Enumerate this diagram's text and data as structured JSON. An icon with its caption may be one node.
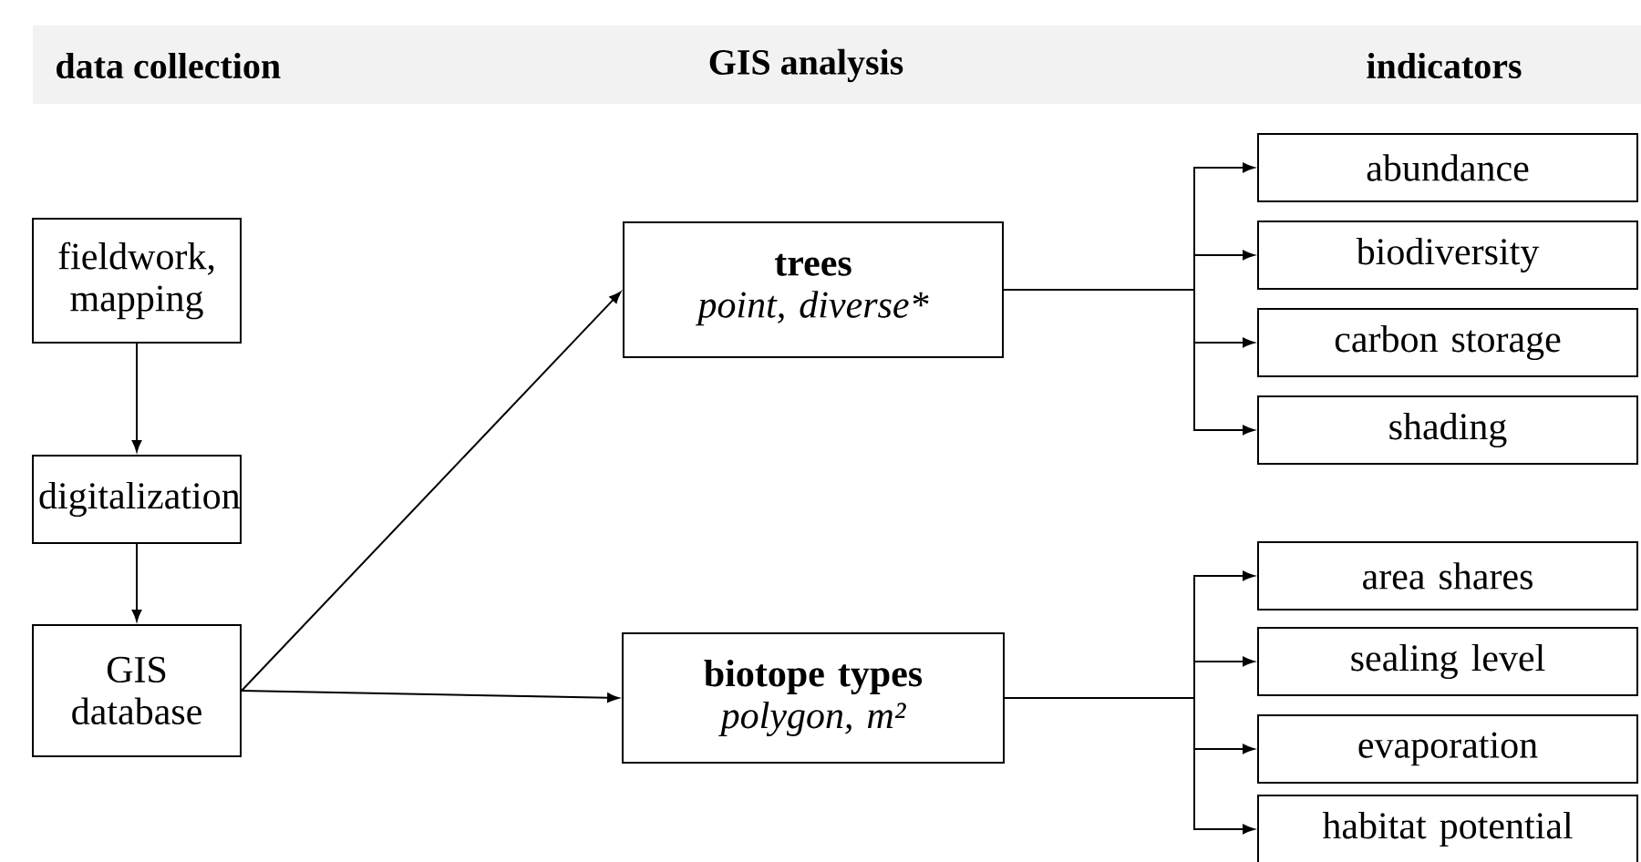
{
  "diagram": {
    "nodes": [
      {
        "text": [
          "fieldwork, mapping"
        ]
      },
      {
        "text": [
          "digitalization"
        ]
      },
      {
        "text": [
          "GIS database"
        ]
      },
      {
        "text": [
          "trees",
          "point, diverse*"
        ]
      },
      {
        "text": [
          "biotope types",
          "polygon, m²"
        ]
      },
      {
        "text": [
          "abundance"
        ]
      },
      {
        "text": [
          "biodiversity"
        ]
      },
      {
        "text": [
          "carbon storage"
        ]
      },
      {
        "text": [
          "shading"
        ]
      },
      {
        "text": [
          "area shares"
        ]
      },
      {
        "text": [
          "sealing level"
        ]
      },
      {
        "text": [
          "evaporation"
        ]
      },
      {
        "text": [
          "habitat potential"
        ]
      }
    ],
    "edges": [
      {
        "from": 0,
        "to": 1,
        "arrow": "to"
      },
      {
        "from": 1,
        "to": 2,
        "arrow": "to"
      },
      {
        "from": 2,
        "to": 3,
        "arrow": "to"
      },
      {
        "from": 2,
        "to": 4,
        "arrow": "to"
      },
      {
        "from": 3,
        "to": 5,
        "arrow": "to"
      },
      {
        "from": 3,
        "to": 6,
        "arrow": "to"
      },
      {
        "from": 3,
        "to": 7,
        "arrow": "to"
      },
      {
        "from": 3,
        "to": 8,
        "arrow": "to"
      },
      {
        "from": 4,
        "to": 9,
        "arrow": "to"
      },
      {
        "from": 4,
        "to": 10,
        "arrow": "to"
      },
      {
        "from": 4,
        "to": 11,
        "arrow": "to"
      },
      {
        "from": 4,
        "to": 12,
        "arrow": "to"
      }
    ],
    "labels": [
      "data collection",
      "GIS analysis",
      "indicators"
    ]
  }
}
